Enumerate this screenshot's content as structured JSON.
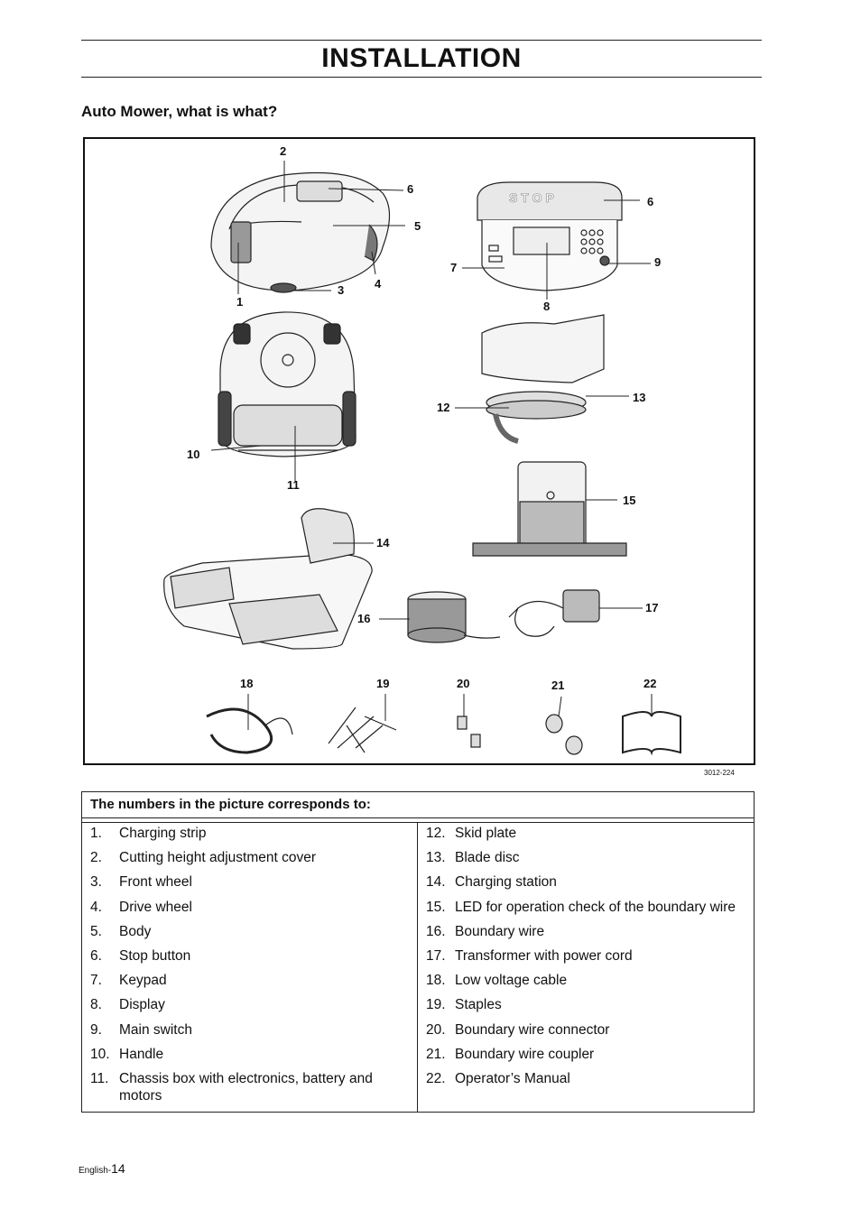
{
  "header": {
    "title": "INSTALLATION"
  },
  "section": {
    "subtitle": "Auto Mower, what is what?"
  },
  "figure": {
    "code": "3012-224",
    "callouts": [
      "1",
      "2",
      "3",
      "4",
      "5",
      "6",
      "6",
      "7",
      "8",
      "9",
      "10",
      "11",
      "12",
      "13",
      "14",
      "15",
      "16",
      "17",
      "18",
      "19",
      "20",
      "21",
      "22"
    ],
    "stop_text": "S T O P"
  },
  "legend": {
    "title": "The numbers in the picture corresponds to:",
    "left": [
      {
        "num": "1.",
        "text": "Charging strip"
      },
      {
        "num": "2.",
        "text": "Cutting height adjustment cover"
      },
      {
        "num": "3.",
        "text": "Front wheel"
      },
      {
        "num": "4.",
        "text": "Drive wheel"
      },
      {
        "num": "5.",
        "text": "Body"
      },
      {
        "num": "6.",
        "text": "Stop button"
      },
      {
        "num": "7.",
        "text": "Keypad"
      },
      {
        "num": "8.",
        "text": "Display"
      },
      {
        "num": "9.",
        "text": "Main switch"
      },
      {
        "num": "10.",
        "text": "Handle"
      },
      {
        "num": "11.",
        "text": "Chassis box with electronics, battery and motors"
      }
    ],
    "right": [
      {
        "num": "12.",
        "text": "Skid plate"
      },
      {
        "num": "13.",
        "text": "Blade disc"
      },
      {
        "num": "14.",
        "text": "Charging station"
      },
      {
        "num": "15.",
        "text": "LED for operation check of the boundary wire"
      },
      {
        "num": "16.",
        "text": "Boundary wire"
      },
      {
        "num": "17.",
        "text": "Transformer with power cord"
      },
      {
        "num": "18.",
        "text": "Low voltage cable"
      },
      {
        "num": "19.",
        "text": "Staples"
      },
      {
        "num": "20.",
        "text": "Boundary wire connector"
      },
      {
        "num": "21.",
        "text": "Boundary wire coupler"
      },
      {
        "num": "22.",
        "text": "Operator’s Manual"
      }
    ]
  },
  "footer": {
    "lang": "English-",
    "page": "14"
  }
}
